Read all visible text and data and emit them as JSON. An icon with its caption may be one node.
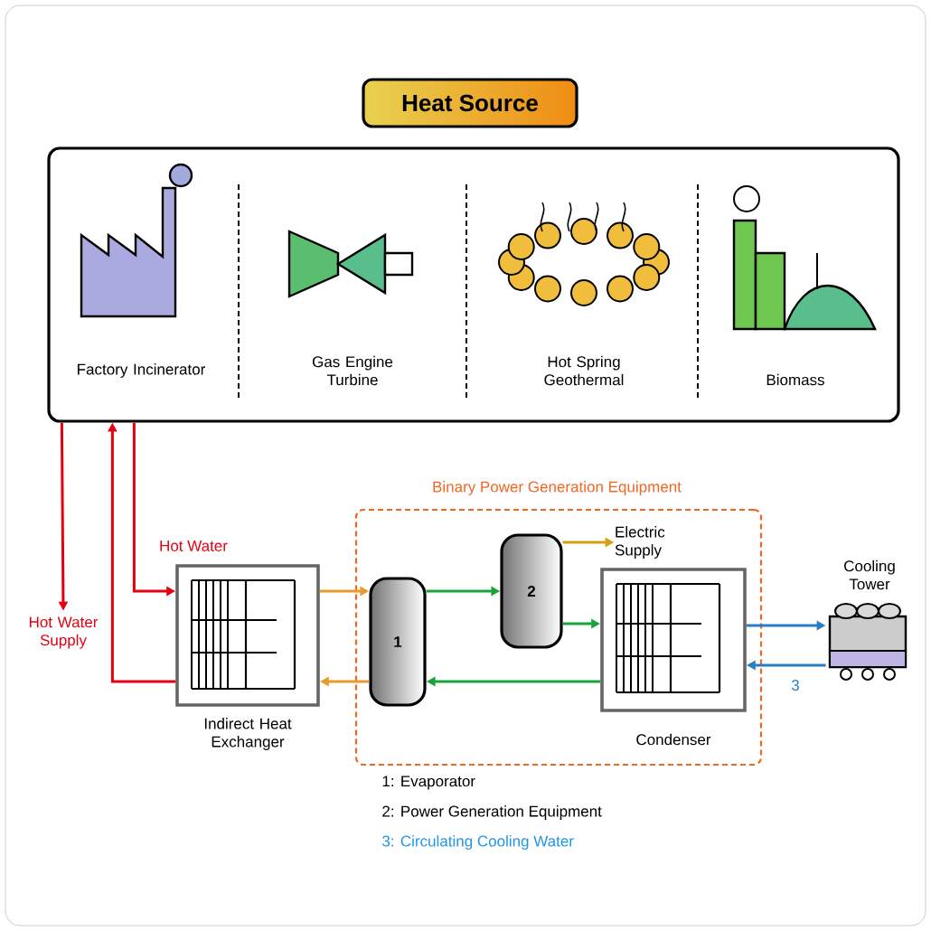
{
  "diagram": {
    "nodes": [
      {
        "text": [
          "Heat Source"
        ]
      },
      {
        "text": [],
        "shape": "box"
      },
      {
        "text": [
          "Factory Incinerator"
        ],
        "in": 1
      },
      {
        "text": [
          "Gas Engine Turbine"
        ],
        "in": 1
      },
      {
        "text": [
          "Hot Spring Geothermal"
        ],
        "in": 1
      },
      {
        "text": [
          "Biomass"
        ],
        "in": 1
      },
      {
        "text": [
          "Binary Power Generation Equipment"
        ]
      },
      {
        "text": [
          "Indirect Heat Exchanger"
        ]
      },
      {
        "text": [
          "1"
        ],
        "in": 6
      },
      {
        "text": [
          "2"
        ],
        "in": 6
      },
      {
        "text": [
          "Condenser"
        ],
        "in": 6
      },
      {
        "text": [
          "Cooling Tower"
        ]
      },
      {
        "text": [
          "Hot Water Supply"
        ]
      },
      {
        "text": [
          "Electric Supply"
        ],
        "in": 6
      }
    ],
    "edges": [
      {
        "from": 1,
        "to": 12,
        "arrow": "to",
        "color": "#e60012"
      },
      {
        "from": 1,
        "to": 7,
        "arrow": "to",
        "label": "Hot Water",
        "color": "#e60012"
      },
      {
        "from": 7,
        "to": 1,
        "arrow": "to",
        "color": "#e60012"
      },
      {
        "from": 7,
        "to": 8,
        "arrow": "to",
        "color": "#e89a2c"
      },
      {
        "from": 8,
        "to": 7,
        "arrow": "to",
        "color": "#e89a2c"
      },
      {
        "from": 8,
        "to": 9,
        "arrow": "to",
        "color": "#1aa33a"
      },
      {
        "from": 9,
        "to": 10,
        "arrow": "to",
        "color": "#1aa33a"
      },
      {
        "from": 10,
        "to": 8,
        "arrow": "to",
        "color": "#1aa33a"
      },
      {
        "from": 9,
        "to": 13,
        "arrow": "to",
        "color": "#d4a017"
      },
      {
        "from": 10,
        "to": 11,
        "arrow": "to",
        "color": "#2a7fc4"
      },
      {
        "from": 11,
        "to": 10,
        "arrow": "to",
        "label": "3",
        "color": "#2a7fc4"
      }
    ],
    "labels": [
      "1: Evaporator",
      "2: Power Generation Equipment",
      "3: Circulating Cooling Water"
    ]
  }
}
